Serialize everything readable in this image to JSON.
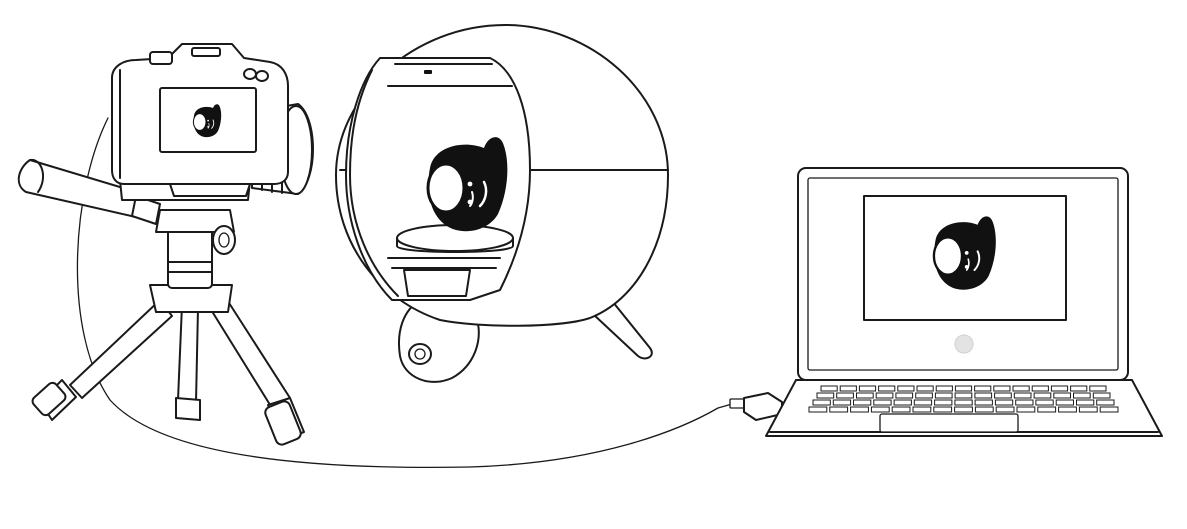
{
  "diagram": {
    "description_label": "",
    "nodes": [
      {
        "id": "camera",
        "icon": "dslr-camera-on-tripod-icon"
      },
      {
        "id": "lightbox",
        "icon": "spherical-photo-lightbox-icon"
      },
      {
        "id": "laptop",
        "icon": "laptop-icon"
      }
    ],
    "connections": [
      {
        "from": "camera",
        "to": "laptop",
        "type": "usb-cable"
      }
    ],
    "subject_icon": "ring-product-icon",
    "colors": {
      "line": "#1a1a1a",
      "fill": "#ffffff",
      "subject": "#111111",
      "led": "#e3e3e3"
    }
  }
}
